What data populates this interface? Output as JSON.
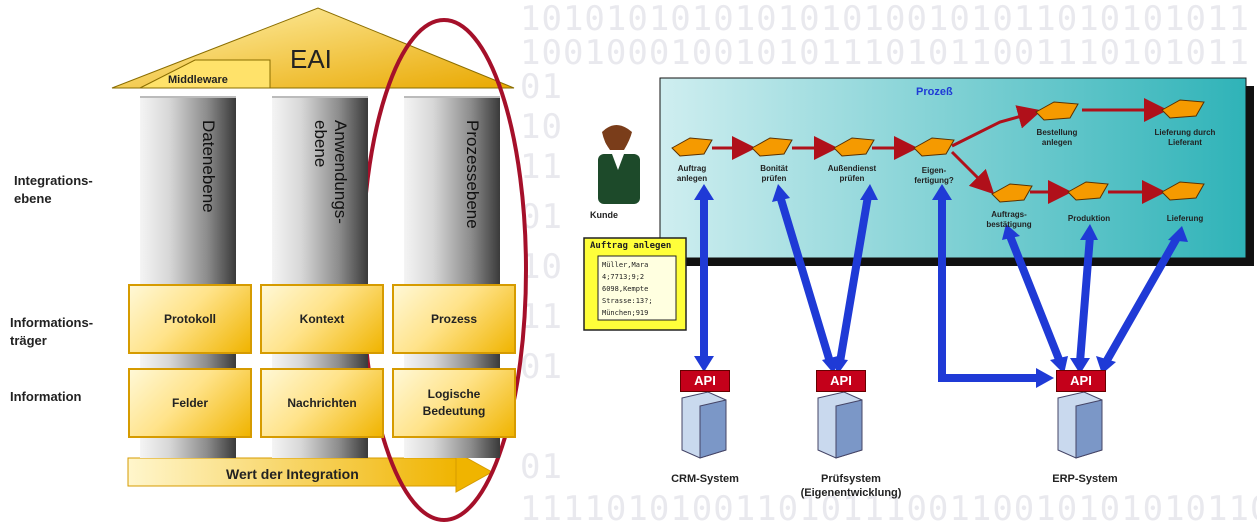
{
  "binary_rows": [
    "1010101010101010100101011010101011",
    "1001000100101011101011001110101011",
    "01",
    "10",
    "11",
    "01",
    "10",
    "11",
    "01",
    "01",
    "11110101001101011100110010101010110"
  ],
  "eai": {
    "roof_title": "EAI",
    "middleware_label": "Middleware",
    "pillars": [
      "Datenebene",
      "Anwendungs-\nebene",
      "Prozessebene"
    ],
    "row_labels": {
      "integration": "Integrations-\nebene",
      "carrier": "Informations-\nträger",
      "information": "Information"
    },
    "carrier_boxes": [
      "Protokoll",
      "Kontext",
      "Prozess"
    ],
    "information_boxes": [
      "Felder",
      "Nachrichten",
      "Logische\nBedeutung"
    ],
    "value_arrow_label": "Wert der Integration"
  },
  "process": {
    "title": "Prozeß",
    "nodes": [
      "Auftrag\nanlegen",
      "Bonität\nprüfen",
      "Außendienst\nprüfen",
      "Eigen-\nfertigung?",
      "Bestellung\nanlegen",
      "Lieferung durch\nLieferant",
      "Auftrags-\nbestätigung",
      "Produktion",
      "Lieferung"
    ],
    "customer_label": "Kunde",
    "note_title": "Auftrag anlegen",
    "note_lines": [
      "Müller,Mara",
      "4;7713;9;2",
      "6098,Kempte",
      "Strasse:13?;",
      "München;919"
    ],
    "api_label": "API",
    "systems": [
      "CRM-System",
      "Prüfsystem\n(Eigenentwicklung)",
      "ERP-System"
    ]
  },
  "colors": {
    "gold": "#f0b400",
    "ellipse": "#a5102a",
    "flow_arrow": "#b0101a",
    "blue_arrow": "#1f3ad6",
    "api_red": "#c4001a",
    "process_panel_start": "#cfeef0",
    "process_panel_end": "#2fb3b8"
  }
}
